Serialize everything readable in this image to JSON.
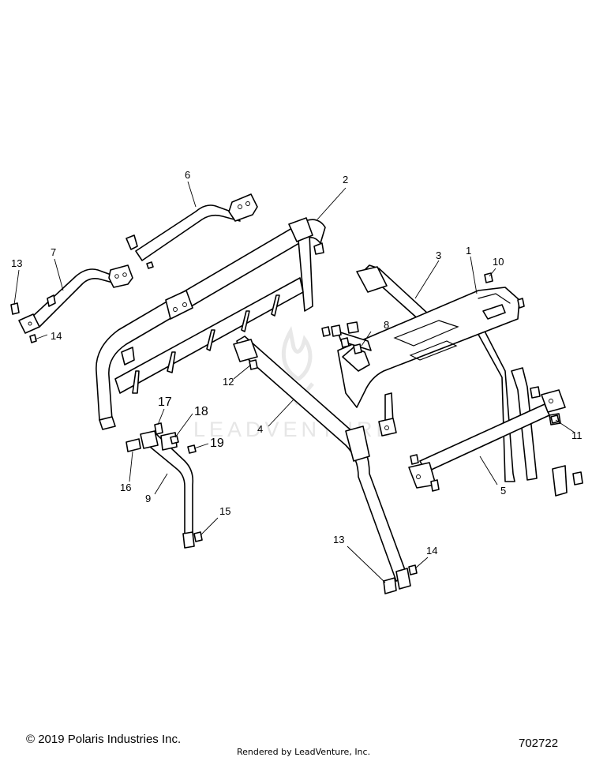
{
  "callouts": {
    "c1": "1",
    "c2": "2",
    "c3": "3",
    "c4": "4",
    "c5": "5",
    "c6": "6",
    "c7": "7",
    "c8": "8",
    "c9": "9",
    "c10": "10",
    "c11": "11",
    "c12": "12",
    "c13a": "13",
    "c13b": "13",
    "c14a": "14",
    "c14b": "14",
    "c15": "15",
    "c16": "16",
    "c17": "17",
    "c18": "18",
    "c19": "19"
  },
  "watermark": {
    "text": "LEADVENTURE"
  },
  "footer": {
    "copyright": "© 2019 Polaris Industries Inc.",
    "rendered_by": "Rendered by LeadVenture, Inc.",
    "diagram_id": "702722"
  },
  "colors": {
    "line": "#000000",
    "background": "#ffffff",
    "watermark": "#e6e6e6"
  }
}
